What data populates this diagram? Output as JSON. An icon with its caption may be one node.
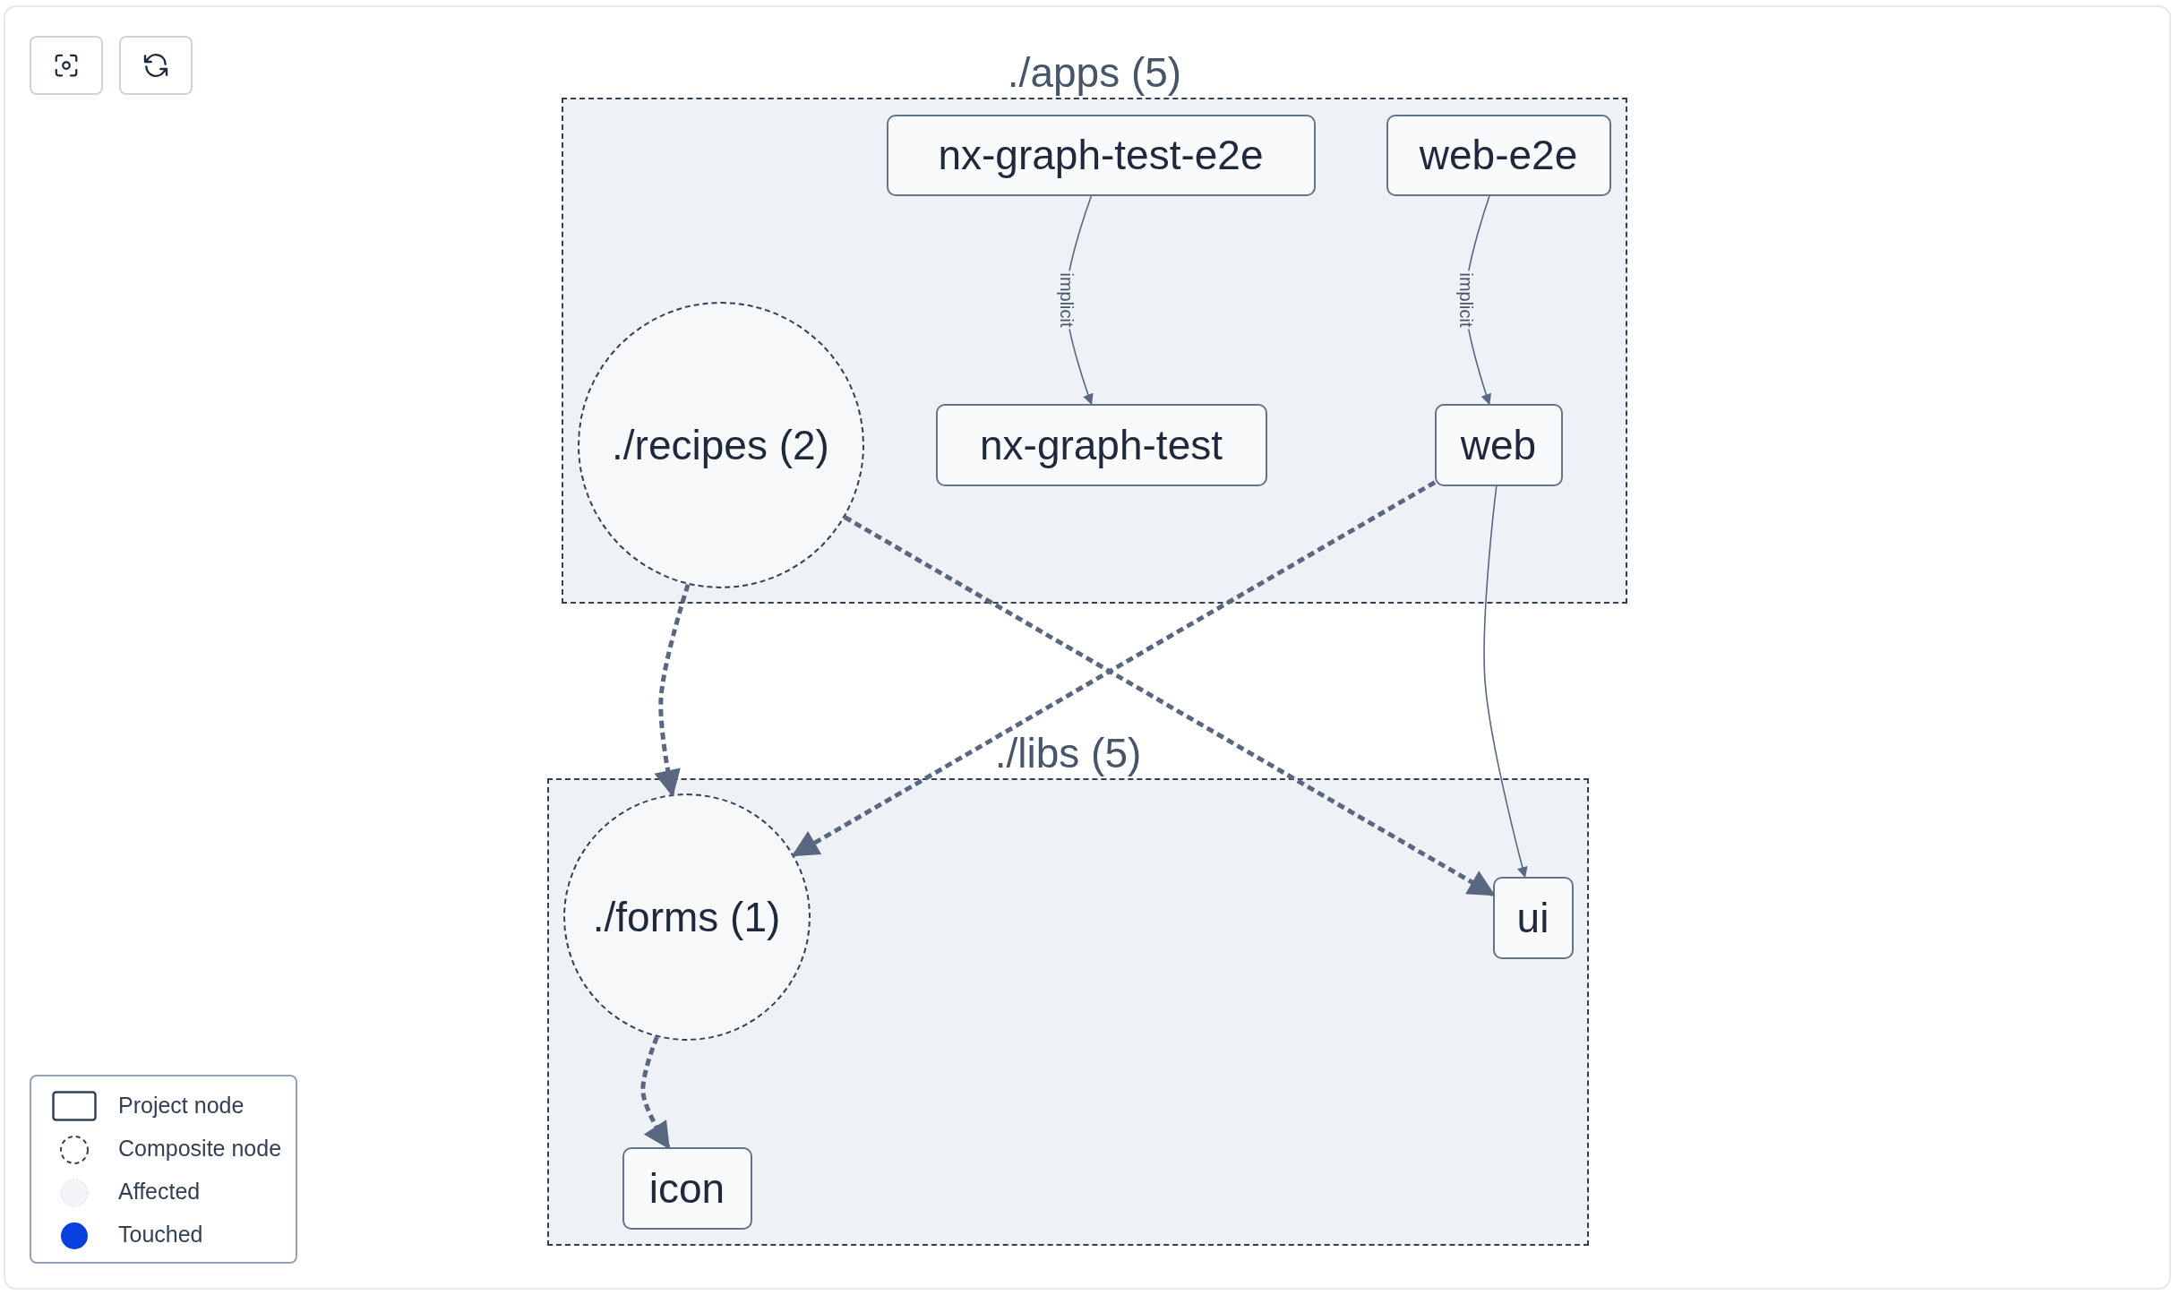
{
  "diagram": {
    "nodes": [
      {
        "text": [
          "./apps (5)"
        ]
      },
      {
        "text": [
          "nx-graph-test-e2e"
        ],
        "in": 0
      },
      {
        "text": [
          "web-e2e"
        ],
        "in": 0
      },
      {
        "text": [
          "./recipes (2)"
        ],
        "in": 0
      },
      {
        "text": [
          "nx-graph-test"
        ],
        "in": 0
      },
      {
        "text": [
          "web"
        ],
        "in": 0
      },
      {
        "text": [
          "./libs (5)"
        ]
      },
      {
        "text": [
          "./forms (1)"
        ],
        "in": 6
      },
      {
        "text": [
          "ui"
        ],
        "in": 6
      },
      {
        "text": [
          "icon"
        ],
        "in": 6
      }
    ],
    "edges": [
      {
        "from": 1,
        "to": 4,
        "arrow": "to",
        "label": "implicit"
      },
      {
        "from": 2,
        "to": 5,
        "arrow": "to",
        "label": "implicit"
      },
      {
        "from": 5,
        "to": 8,
        "arrow": "to"
      },
      {
        "from": 3,
        "to": 7,
        "arrow": "to",
        "style": "dashed"
      },
      {
        "from": 3,
        "to": 8,
        "arrow": "to",
        "style": "dashed"
      },
      {
        "from": 5,
        "to": 7,
        "arrow": "to",
        "style": "dashed"
      },
      {
        "from": 7,
        "to": 9,
        "arrow": "to",
        "style": "dashed"
      }
    ],
    "legend": [
      {
        "text": "Project node"
      },
      {
        "text": "Composite node"
      },
      {
        "text": "Affected",
        "color": "#f3f5f8"
      },
      {
        "text": "Touched",
        "color": "#0b40e0"
      }
    ]
  }
}
